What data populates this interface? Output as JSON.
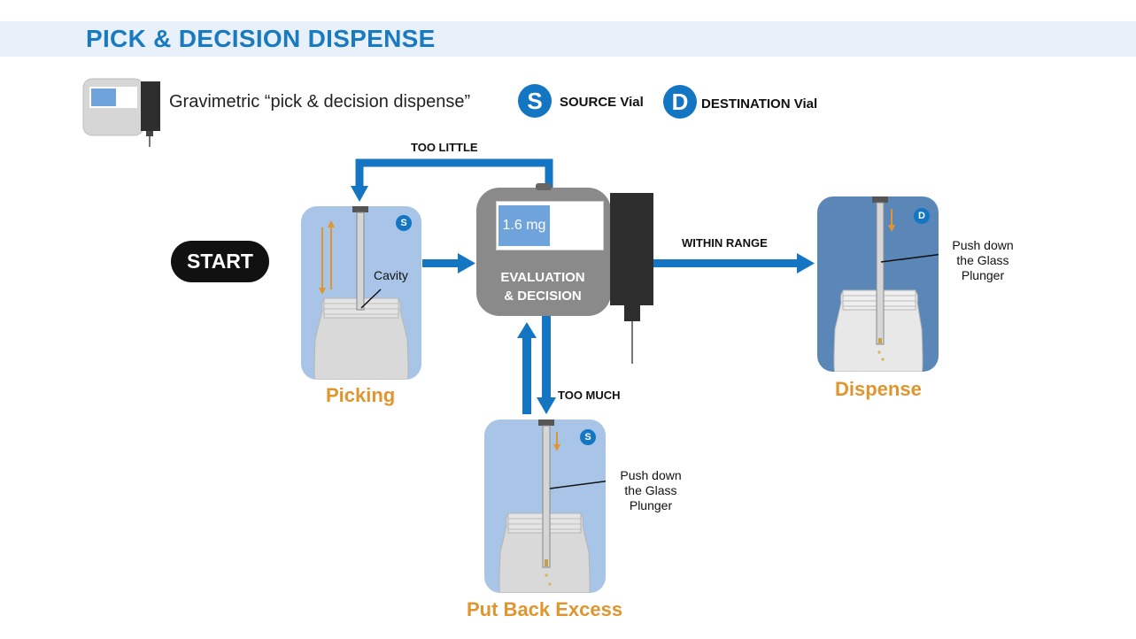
{
  "header": {
    "title": "PICK & DECISION DISPENSE"
  },
  "legend": {
    "description": "Gravimetric “pick & decision dispense”",
    "source_letter": "S",
    "source_label": "SOURCE Vial",
    "destination_letter": "D",
    "destination_label": "DESTINATION Vial"
  },
  "flow": {
    "start_label": "START",
    "too_little": "TOO LITTLE",
    "within_range": "WITHIN RANGE",
    "too_much": "TOO MUCH"
  },
  "balance": {
    "display_value": "1.6 mg",
    "label_line1": "EVALUATION",
    "label_line2": "& DECISION"
  },
  "steps": {
    "picking": {
      "title": "Picking",
      "badge": "S",
      "note": "Cavity"
    },
    "dispense": {
      "title": "Dispense",
      "badge": "D",
      "note_line1": "Push down",
      "note_line2": "the Glass",
      "note_line3": "Plunger"
    },
    "put_back": {
      "title": "Put Back Excess",
      "badge": "S",
      "note_line1": "Push down",
      "note_line2": "the Glass",
      "note_line3": "Plunger"
    }
  },
  "colors": {
    "accent_blue": "#1a7abf",
    "arrow_blue": "#1476c3",
    "step_orange": "#e0952f",
    "panel_light": "#a8c5e8",
    "panel_dark": "#5a87b8"
  }
}
